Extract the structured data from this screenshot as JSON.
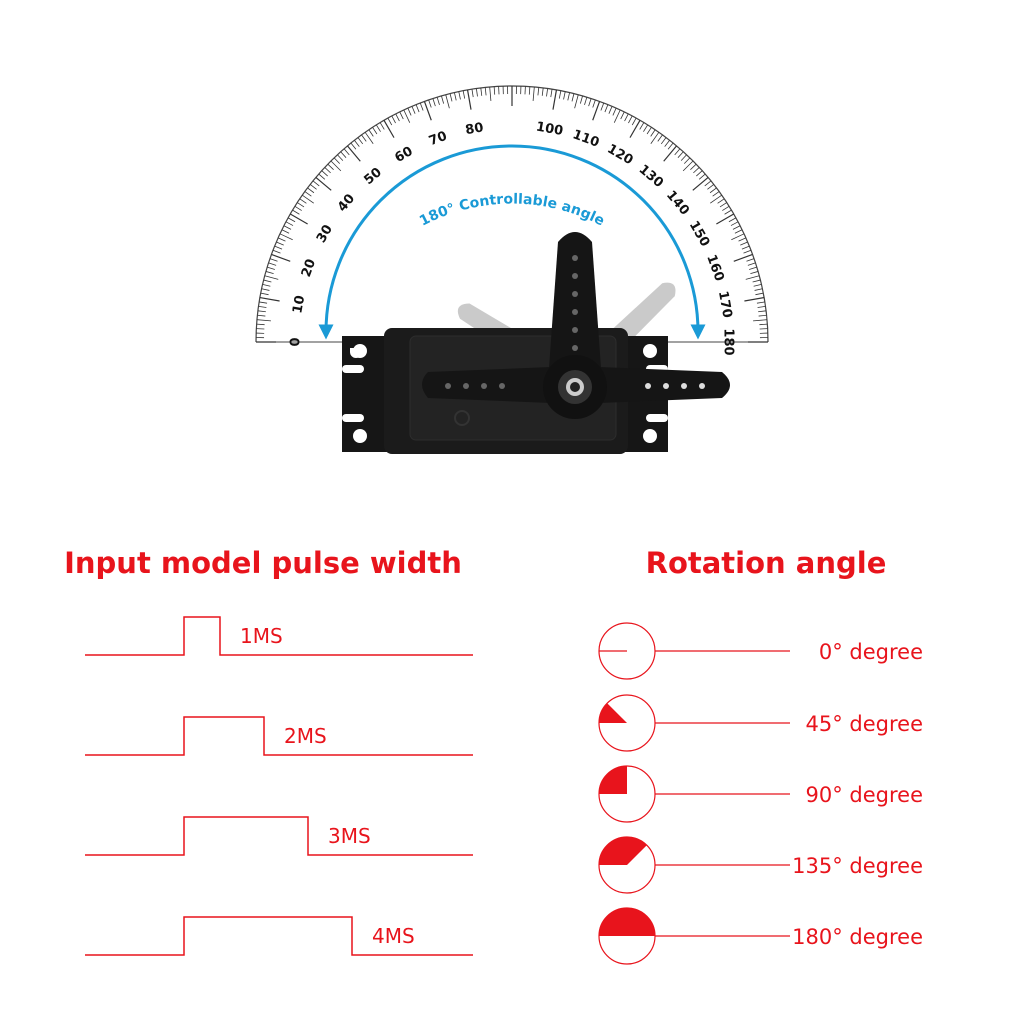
{
  "protractor": {
    "tick_labels": [
      "0",
      "10",
      "20",
      "30",
      "40",
      "50",
      "60",
      "70",
      "80",
      "100",
      "110",
      "120",
      "130",
      "140",
      "150",
      "160",
      "170",
      "180"
    ],
    "arc_label": "180° Controllable angle",
    "colors": {
      "arc": "#1a9ad6",
      "servo": "#1b1b1b",
      "ticks": "#333333"
    }
  },
  "left_panel": {
    "title": "Input model pulse width",
    "pulses": [
      {
        "label": "1MS",
        "width_ms": 1
      },
      {
        "label": "2MS",
        "width_ms": 2
      },
      {
        "label": "3MS",
        "width_ms": 3
      },
      {
        "label": "4MS",
        "width_ms": 4
      }
    ]
  },
  "right_panel": {
    "title": "Rotation angle",
    "angles": [
      {
        "label": "0° degree",
        "angle": 0
      },
      {
        "label": "45° degree",
        "angle": 45
      },
      {
        "label": "90° degree",
        "angle": 90
      },
      {
        "label": "135° degree",
        "angle": 135
      },
      {
        "label": "180° degree",
        "angle": 180
      }
    ]
  },
  "colors": {
    "accent": "#e8141c"
  }
}
